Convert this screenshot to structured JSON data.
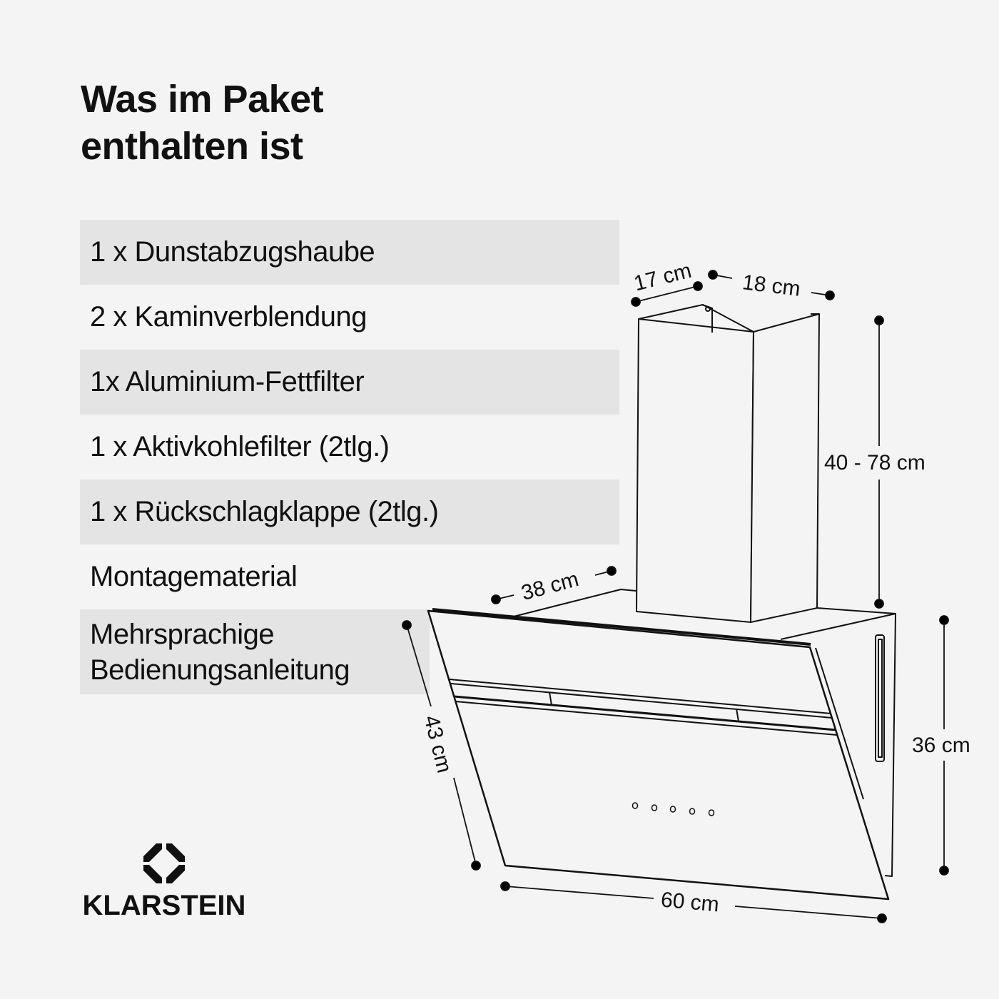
{
  "heading": {
    "line1": "Was im Paket",
    "line2": "enthalten ist"
  },
  "items": [
    {
      "label": "1 x Dunstabzugshaube",
      "shaded": true
    },
    {
      "label": "2 x Kaminverblendung",
      "shaded": false
    },
    {
      "label": "1x Aluminium-Fettfilter",
      "shaded": true
    },
    {
      "label": "1 x Aktivkohlefilter (2tlg.)",
      "shaded": false
    },
    {
      "label": "1 x Rückschlagklappe (2tlg.)",
      "shaded": true
    },
    {
      "label": "Montagematerial",
      "shaded": false
    },
    {
      "label_line1": "Mehrsprachige",
      "label_line2": "Bedienungsanleitung",
      "shaded": true
    }
  ],
  "dimensions": {
    "chimney_depth": "17 cm",
    "chimney_width": "18 cm",
    "chimney_height": "40 - 78 cm",
    "hood_depth": "38 cm",
    "glass_height": "43 cm",
    "hood_height": "36 cm",
    "hood_width": "60 cm"
  },
  "brand": {
    "name": "KLARSTEIN"
  },
  "colors": {
    "background": "#f4f4f4",
    "row_shade": "#e4e4e4",
    "text": "#111111"
  }
}
